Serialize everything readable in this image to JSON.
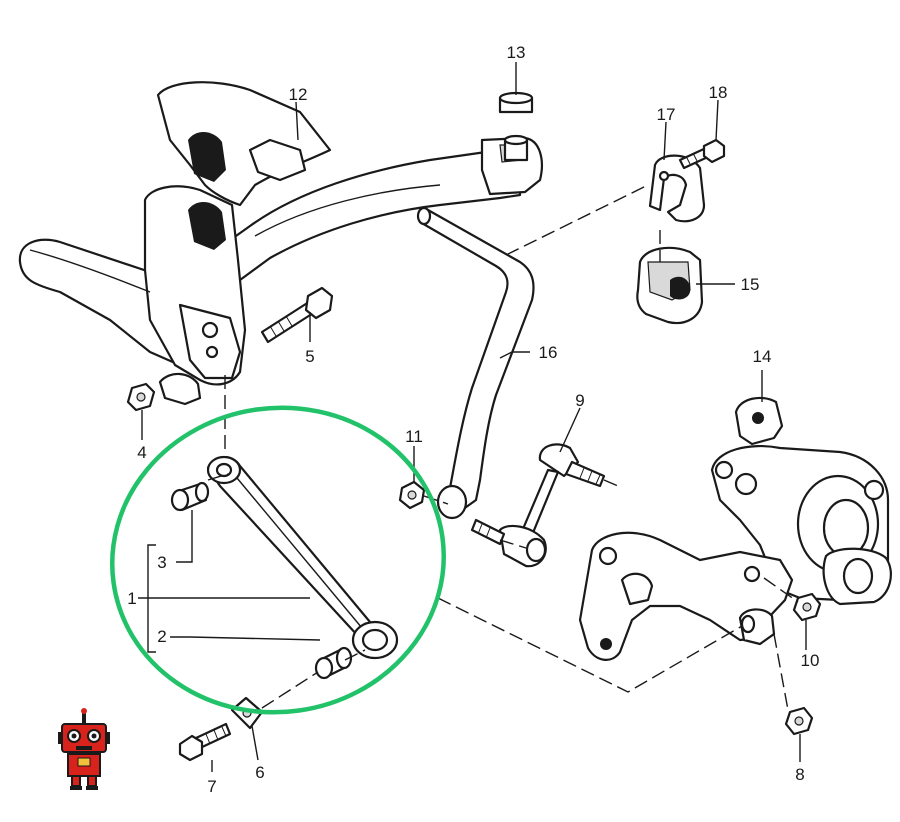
{
  "callouts": {
    "c1": "1",
    "c2": "2",
    "c3": "3",
    "c4": "4",
    "c5": "5",
    "c6": "6",
    "c7": "7",
    "c8": "8",
    "c9": "9",
    "c10": "10",
    "c11": "11",
    "c12": "12",
    "c13": "13",
    "c14": "14",
    "c15": "15",
    "c16": "16",
    "c17": "17",
    "c18": "18"
  },
  "colors": {
    "highlight": "#22c26a",
    "line": "#1a1a1a",
    "logo_red": "#d8231c"
  },
  "icons": {
    "logo": "robot-logo-icon"
  }
}
